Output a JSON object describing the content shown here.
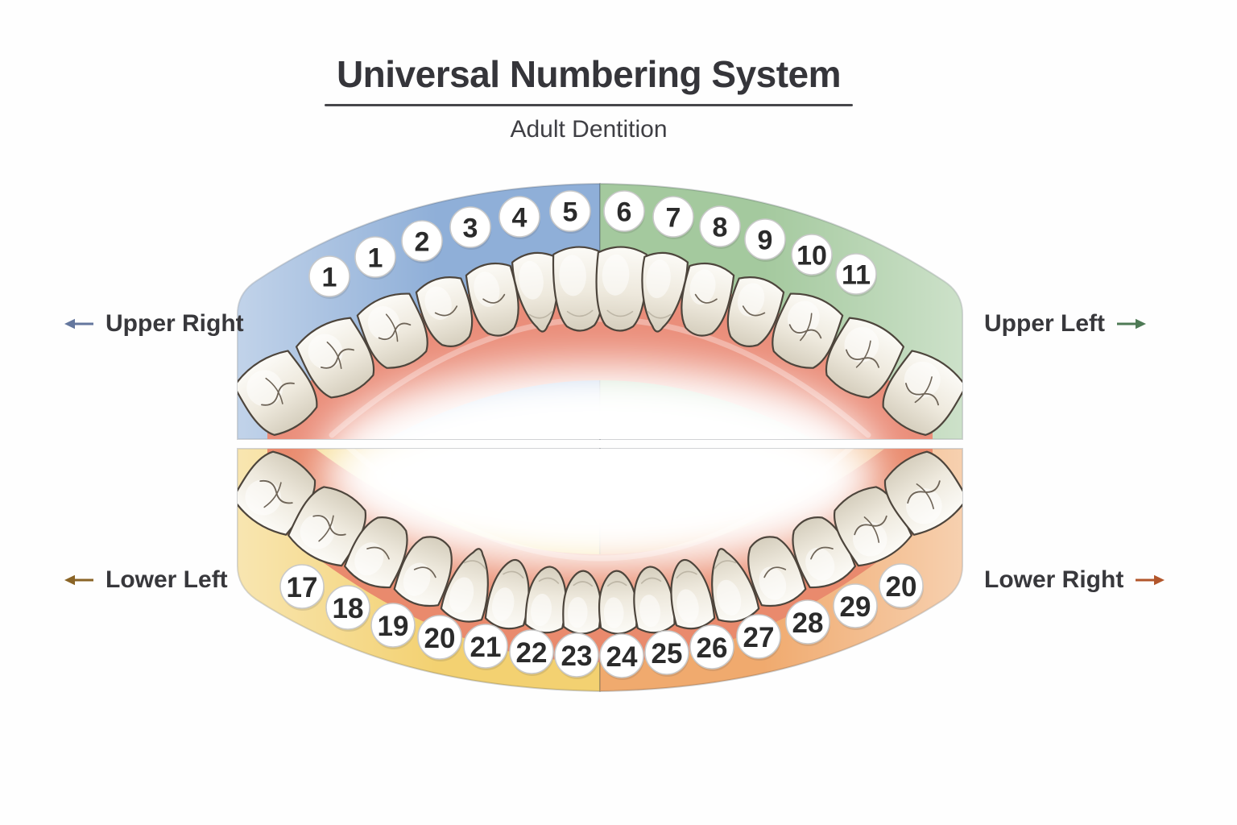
{
  "header": {
    "title": "Universal Numbering System",
    "subtitle": "Adult Dentition"
  },
  "quadrant_labels": {
    "upper_right": {
      "label": "Upper Right",
      "arrow": "left",
      "arrow_color": "#64779e"
    },
    "upper_left": {
      "label": "Upper Left",
      "arrow": "right",
      "arrow_color": "#4e7a55"
    },
    "lower_left": {
      "label": "Lower Left",
      "arrow": "left",
      "arrow_color": "#8a6426"
    },
    "lower_right": {
      "label": "Lower Right",
      "arrow": "right",
      "arrow_color": "#b2562b"
    }
  },
  "upper_tooth_numbers": [
    "1",
    "1",
    "2",
    "3",
    "4",
    "5",
    "6",
    "7",
    "8",
    "9",
    "10",
    "11"
  ],
  "lower_tooth_numbers": [
    "17",
    "18",
    "19",
    "20",
    "21",
    "22",
    "23",
    "24",
    "25",
    "26",
    "27",
    "28",
    "29",
    "20"
  ],
  "colors": {
    "upper_right_quadrant": "#8fafd8",
    "upper_left_quadrant": "#a4c99e",
    "lower_left_quadrant": "#f3d171",
    "lower_right_quadrant": "#f0aa6e",
    "upper_gum": "#ea8d79",
    "lower_gum": "#e98a6d",
    "tooth_fill": "#f1eee5",
    "tooth_outline": "#4d453c",
    "badge_fill": "#ffffff",
    "badge_ring": "#c9c9c9",
    "number_text": "#2b2b2b"
  }
}
